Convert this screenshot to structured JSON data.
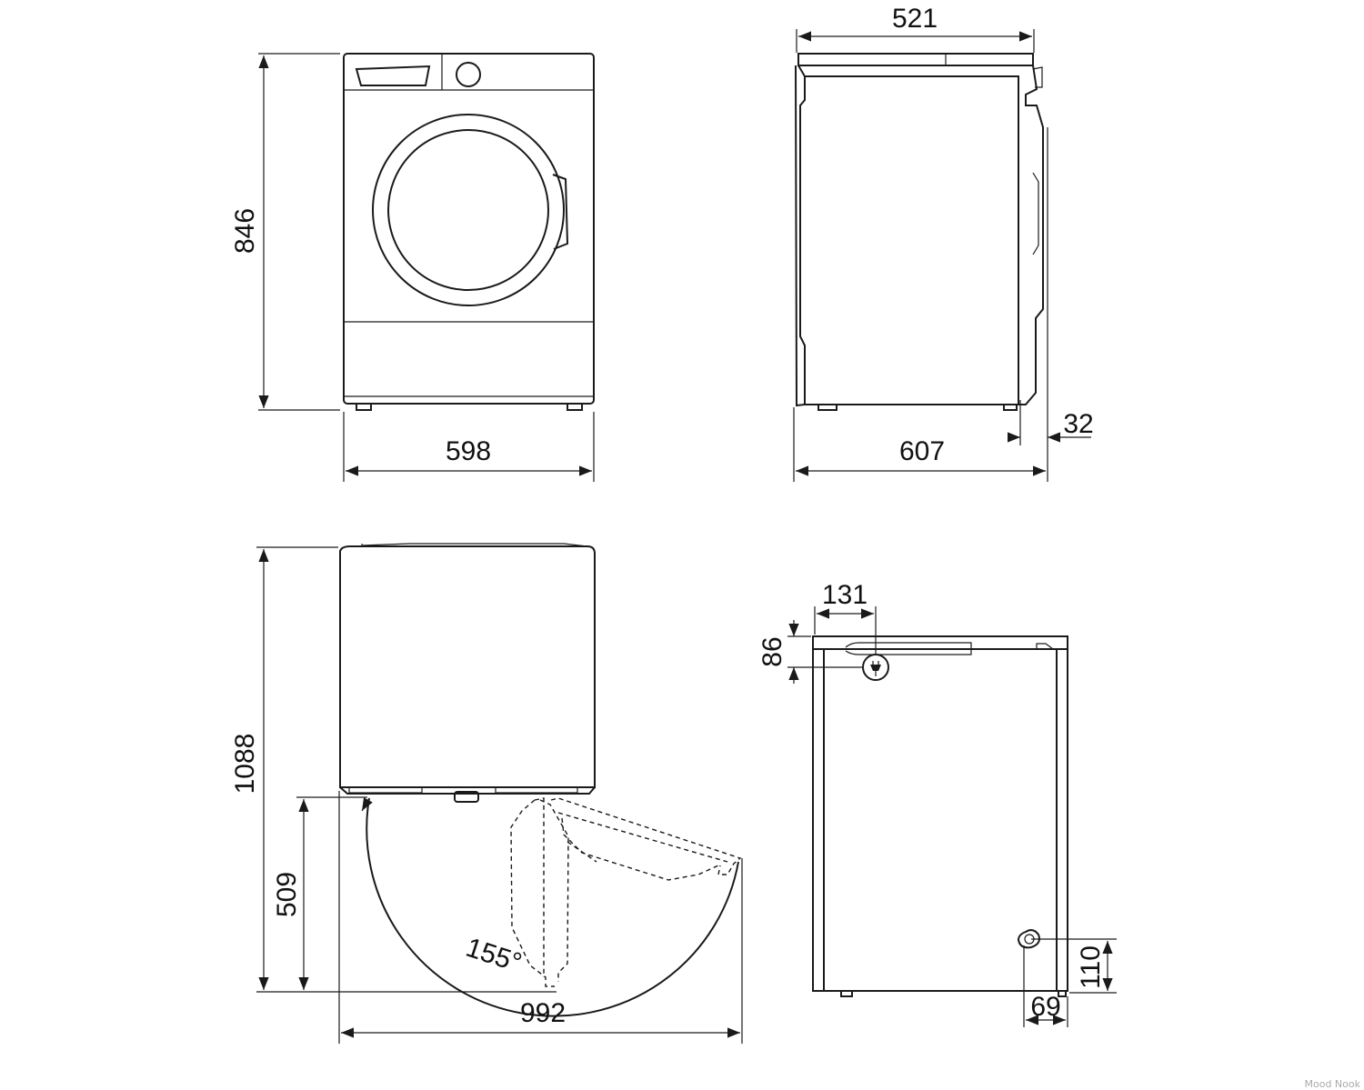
{
  "front_view": {
    "height": "846",
    "width": "598"
  },
  "side_view": {
    "depth_body": "521",
    "depth_total": "607",
    "door_protrusion": "32"
  },
  "top_view": {
    "total_depth_door_open": "1088",
    "door_swing_depth": "509",
    "width_door_open": "992",
    "door_angle": "155°"
  },
  "back_view": {
    "plug_offset_x": "131",
    "plug_offset_y": "86",
    "drain_height": "110",
    "drain_offset": "69"
  },
  "watermark": "Mood Nook"
}
